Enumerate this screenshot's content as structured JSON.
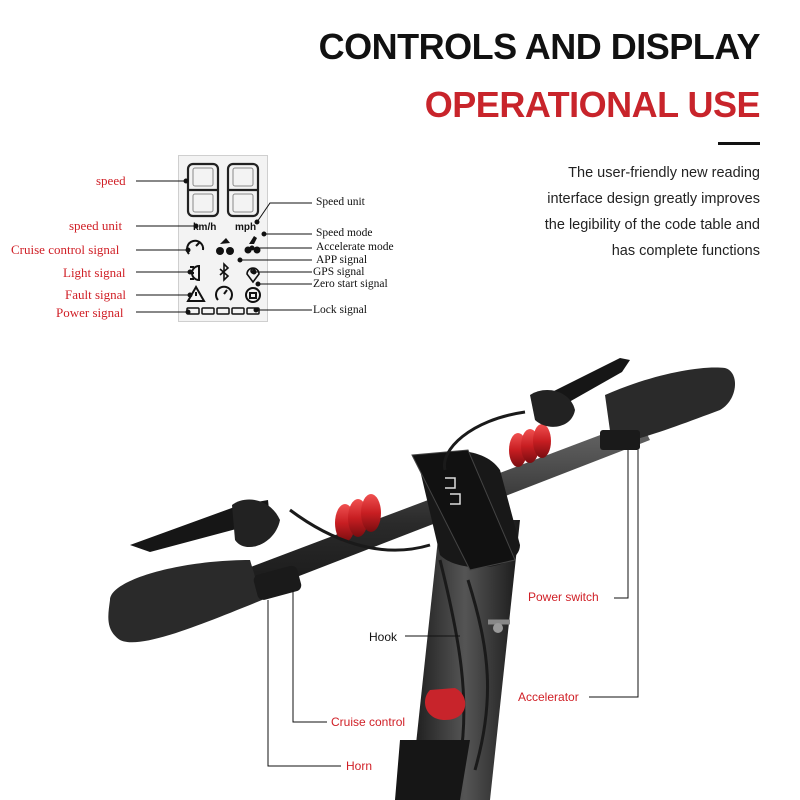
{
  "heading": {
    "line1": "CONTROLS AND DISPLAY",
    "line2": "OPERATIONAL USE"
  },
  "description": {
    "line1": "The user-friendly new reading",
    "line2": "interface design greatly improves",
    "line3": "the legibility of the code table and",
    "line4": "has complete functions"
  },
  "display_labels_left": {
    "speed": "speed",
    "speed_unit": "speed unit",
    "cruise": "Cruise control signal",
    "light": "Light signal",
    "fault": "Fault signal",
    "power": "Power signal"
  },
  "display_labels_right": {
    "speed_unit": "Speed unit",
    "speed_mode": "Speed mode",
    "accelerate_mode": "Accelerate mode",
    "app": "APP signal",
    "gps": "GPS signal",
    "zero_start": "Zero start signal",
    "lock": "Lock signal"
  },
  "display_units": {
    "kmh": "km/h",
    "mph": "mph"
  },
  "photo_labels": {
    "power_switch": "Power switch",
    "hook": "Hook",
    "accelerator": "Accelerator",
    "cruise_control": "Cruise control",
    "horn": "Horn"
  },
  "colors": {
    "accent_red": "#d01f26",
    "heading_red": "#c8242b",
    "text_dark": "#111111",
    "grip_red": "#d8282b"
  }
}
